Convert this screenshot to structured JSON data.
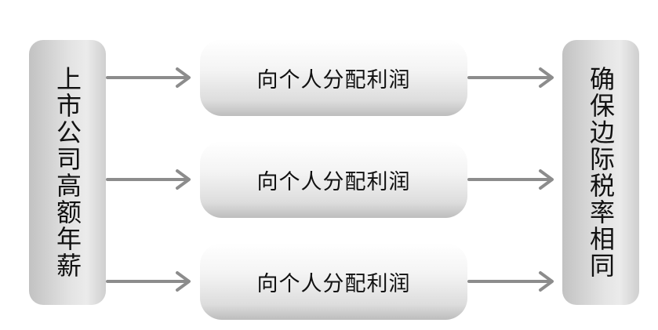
{
  "diagram": {
    "left_box_label": "上市公司高额年薪",
    "middle_boxes": [
      {
        "label": "向个人分配利润"
      },
      {
        "label": "向个人分配利润"
      },
      {
        "label": "向个人分配利润"
      }
    ],
    "right_box_label": "确保边际税率相同"
  },
  "colors": {
    "arrow": "#8c8c8c",
    "box_gray": "#d8d8d8",
    "text": "#111111"
  }
}
